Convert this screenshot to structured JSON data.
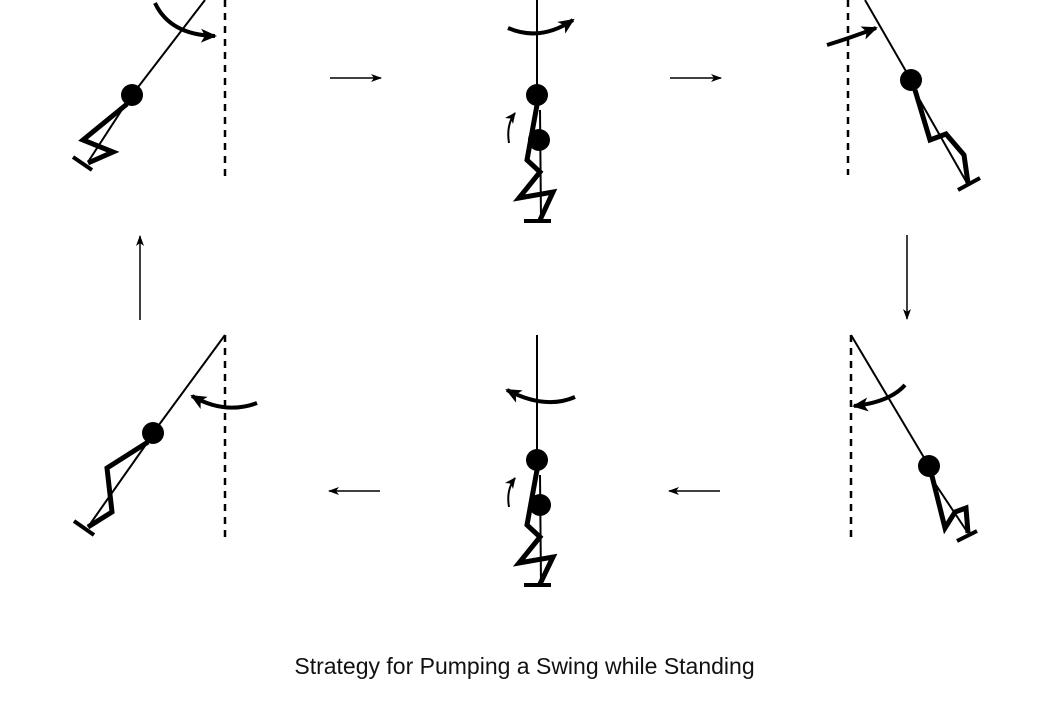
{
  "caption": "Strategy for Pumping a Swing while Standing",
  "sequence": [
    "top-left",
    "top-middle",
    "top-right",
    "bottom-right",
    "bottom-middle",
    "bottom-left"
  ]
}
